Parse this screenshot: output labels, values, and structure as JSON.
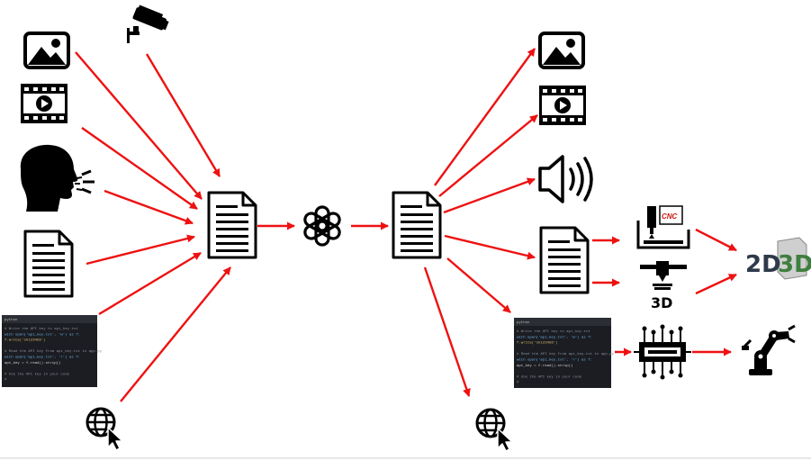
{
  "colors": {
    "arrow": "#ee1111",
    "icon": "#000000",
    "code_bg": "#1b1d22",
    "background": "#ffffff"
  },
  "inputs": [
    "image-icon",
    "video-icon",
    "speaking-head-icon",
    "document-icon",
    "code-snippet",
    "web-cursor-icon",
    "security-camera-icon"
  ],
  "center": [
    "document-icon",
    "openai-logo-icon",
    "document-icon"
  ],
  "outputs": [
    "image-icon",
    "video-icon",
    "speaker-icon",
    "document-icon",
    "code-snippet",
    "web-cursor-icon"
  ],
  "manufacturing": [
    "cnc-machine-icon",
    "3d-printer-icon",
    "2d-3d-logo",
    "circuit-chip-icon",
    "robot-arm-icon"
  ],
  "code_left": {
    "header": "python",
    "lines": [
      "# Write the API key to api_key.txt",
      "with open('api_key.txt', 'w') as f:",
      "    f.write('sk123456')",
      "",
      "# Read the API key from api_key.txt in app.py",
      "with open('api_key.txt', 'r') as f:",
      "    api_key = f.read().strip()",
      "",
      "# Use the API key in your code",
      "#"
    ]
  },
  "code_right": {
    "header": "python",
    "lines": [
      "# Write the API key to api_key.txt",
      "with open('api_key.txt', 'w') as f:",
      "    f.write('sk123456')",
      "",
      "# Read the API key from api_key.txt in app.py",
      "with open('api_key.txt', 'r') as f:",
      "    api_key = f.read().strip()",
      "",
      "# Use the API key in your code",
      "#"
    ]
  },
  "labels": {
    "cnc": "CNC",
    "printer_3d": "3D",
    "logo_2d": "2D",
    "logo_3d": "3D"
  }
}
